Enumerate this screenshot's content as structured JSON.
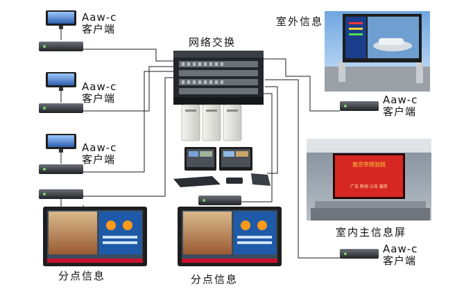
{
  "labels": {
    "switch": "网络交换",
    "outdoor": "室外信息",
    "indoor": "室内主信息屏",
    "branch_left": "分点信息",
    "branch_right": "分点信息"
  },
  "client": {
    "line1": "Aaw-c",
    "line2": "客户端"
  },
  "clients": [
    {
      "line1": "Aaw-c",
      "line2": "客户端"
    },
    {
      "line1": "Aaw-c",
      "line2": "客户端"
    },
    {
      "line1": "Aaw-c",
      "line2": "客户端"
    },
    {
      "line1": "Aaw-c",
      "line2": "客户端"
    },
    {
      "line1": "Aaw-c",
      "line2": "客户端"
    }
  ],
  "screen_text": {
    "led_sign": "南京市规划局",
    "led_row": "广告  新闻  公告  服务"
  },
  "colors": {
    "line": "#1a1a1a",
    "device_dark": "#2a2d33",
    "monitor_frame": "#1e1e1e",
    "led_red": "#c8102e",
    "led_yellow": "#ffd23a",
    "wall_blue": "#3a5a8c"
  }
}
